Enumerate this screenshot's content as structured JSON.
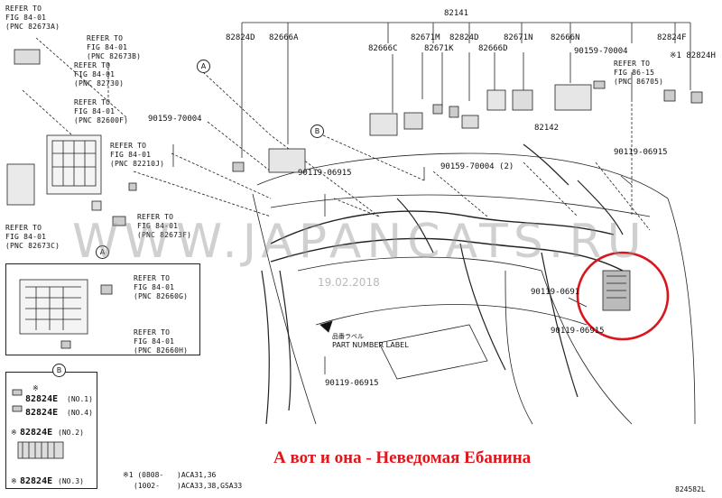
{
  "diagram_id": "824582L",
  "top_part": "82141",
  "refer_notes": {
    "r1": "REFER TO\nFIG 84-01\n(PNC 82673A)",
    "r2": "REFER TO\nFIG 84-01\n(PNC 82673B)",
    "r3": "REFER TO\nFIG 84-01\n(PNC 82730)",
    "r4": "REFER TO\nFIG 84-01\n(PNC 82600F)",
    "r5": "REFER TO\nFIG 84-01\n(PNC 82210J)",
    "r6": "REFER TO\nFIG 84-01\n(PNC 82673F)",
    "r7": "REFER TO\nFIG 84-01\n(PNC 82673C)",
    "r8": "REFER TO\nFIG 86-15\n(PNC 86705)",
    "r9": "REFER TO\nFIG 84-01\n(PNC 82660G)",
    "r10": "REFER TO\nFIG 84-01\n(PNC 82660H)"
  },
  "part_numbers": {
    "p82824D_a": "82824D",
    "p82666A": "82666A",
    "p82666C": "82666C",
    "p82671M": "82671M",
    "p82824D_b": "82824D",
    "p82671N": "82671N",
    "p82666N": "82666N",
    "p82824F": "82824F",
    "p82824H": "※1 82824H",
    "p82671K": "82671K",
    "p82666D": "82666D",
    "p90159_70004_a": "90159-70004",
    "p90159_70004_b": "90159-70004",
    "p90159_70004_c": "90159-70004 (2)",
    "p82142": "82142",
    "p90119_06915_a": "90119-06915",
    "p90119_06915_b": "90119-06915",
    "p90119_06915_c": "90119-06915",
    "p90119_06915_d": "90119-0691",
    "p90119_06915_e": "90119-06915"
  },
  "callouts": {
    "A": "A",
    "B": "B"
  },
  "part_number_label": {
    "jp": "品番ラベル",
    "en": "PART NUMBER LABEL"
  },
  "legend_b": {
    "no1": "82824E",
    "no1_q": "(NO.1)",
    "no4": "82824E",
    "no4_q": "(NO.4)",
    "no2": "82824E",
    "no2_q": "(NO.2)",
    "no2_mark": "※",
    "no3": "82824E",
    "no3_q": "(NO.3)",
    "no3_mark": "※",
    "star": "※"
  },
  "footnotes": {
    "line1_a": "※1 (0808-",
    "line1_b": ")ACA31,36",
    "line2_a": "(1002-",
    "line2_b": ")ACA33,38,GSA33"
  },
  "watermark": {
    "text": "WWW.JAPANCATS.RU",
    "date": "19.02.2018"
  },
  "caption": "А вот и она - Неведомая Ебанина",
  "colors": {
    "line": "#222222",
    "caption": "#e0161b",
    "highlight_circle": "#d8161b",
    "watermark": "#969696"
  }
}
